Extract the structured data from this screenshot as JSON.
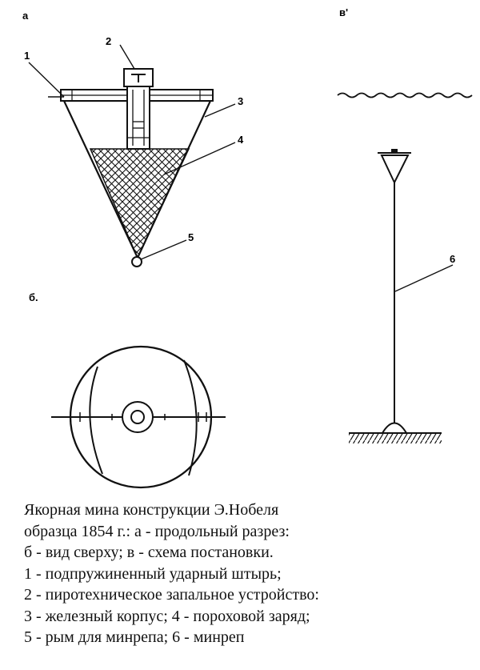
{
  "figure": {
    "panels": {
      "a": "а",
      "b": "б.",
      "v": "в'"
    },
    "callouts": [
      "1",
      "2",
      "3",
      "4",
      "5",
      "6"
    ]
  },
  "caption": {
    "lines": [
      "Якорная мина конструкции Э.Нобеля",
      "образца 1854 г.: а - продольный разрез:",
      "б - вид сверху; в - схема постановки.",
      "1 - подпружиненный ударный штырь;",
      "2 - пиротехническое запальное устройство:",
      "3 - железный корпус; 4 - пороховой заряд;",
      "5 - рым для минрепа; 6 - минреп"
    ]
  }
}
